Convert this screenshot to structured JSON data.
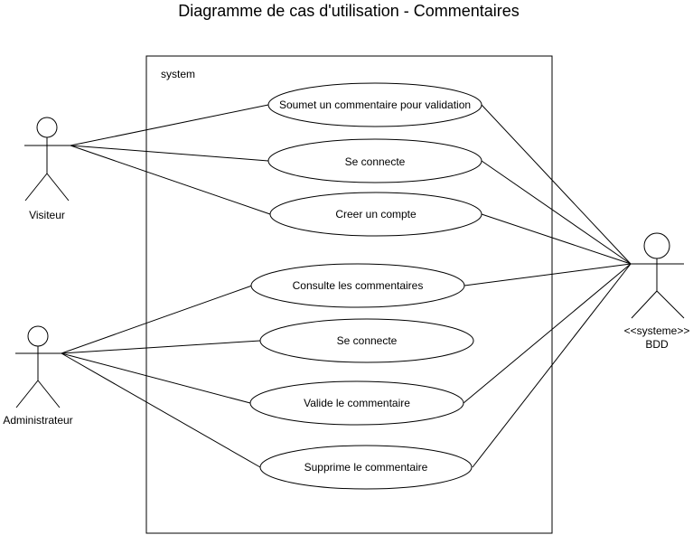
{
  "title": "Diagramme de cas d'utilisation - Commentaires",
  "system": {
    "label": "system"
  },
  "actors": {
    "visiteur": {
      "label": "Visiteur"
    },
    "administrateur": {
      "label": "Administrateur"
    },
    "bdd": {
      "stereotype": "<<systeme>>",
      "label": "BDD"
    }
  },
  "use_cases": {
    "soumet": "Soumet un commentaire pour validation",
    "se_connecte_visiteur": "Se connecte",
    "creer_compte": "Creer un compte",
    "consulte": "Consulte les commentaires",
    "se_connecte_admin": "Se connecte",
    "valide": "Valide le commentaire",
    "supprime": "Supprime le commentaire"
  }
}
